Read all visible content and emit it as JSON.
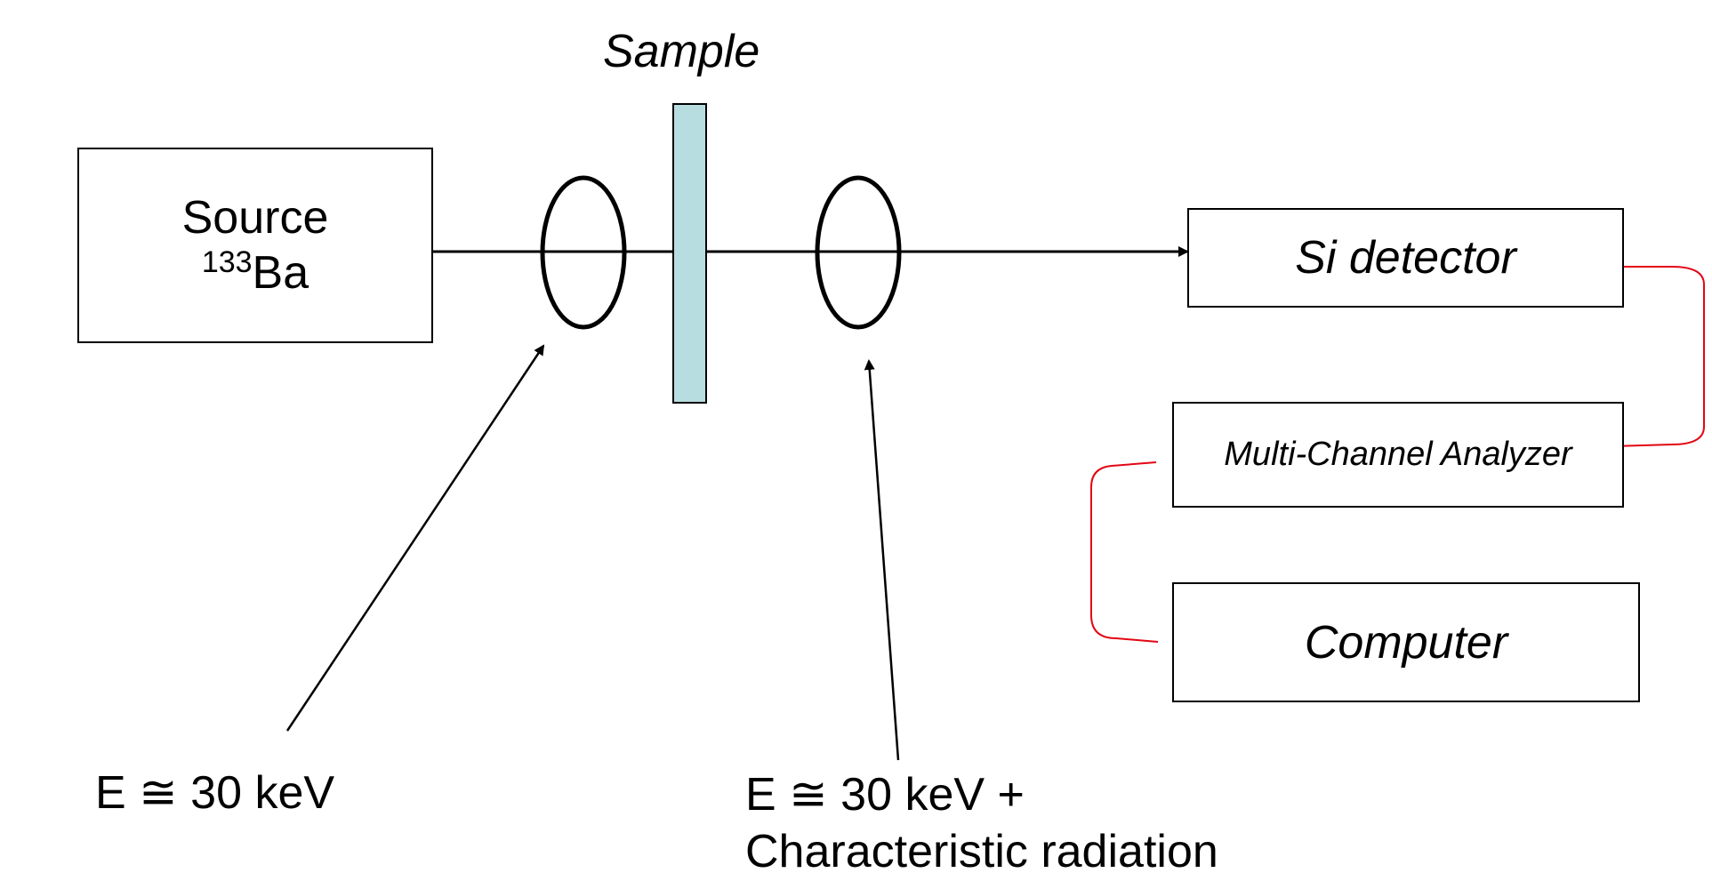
{
  "sample_label": "Sample",
  "source": {
    "line1": "Source",
    "isotope_mass": "133",
    "isotope_symbol": "Ba"
  },
  "detector_label": "Si detector",
  "mca_label": "Multi-Channel Analyzer",
  "computer_label": "Computer",
  "incident_beam": {
    "symbol": "E",
    "relation": "≅",
    "energy": "30 keV"
  },
  "transmitted_beam": {
    "symbol": "E",
    "relation": "≅",
    "energy": "30 keV +",
    "line2": "Characteristic radiation"
  },
  "colors": {
    "sample_fill": "#b8dde0",
    "cable": "#e30613",
    "line": "#000000"
  }
}
